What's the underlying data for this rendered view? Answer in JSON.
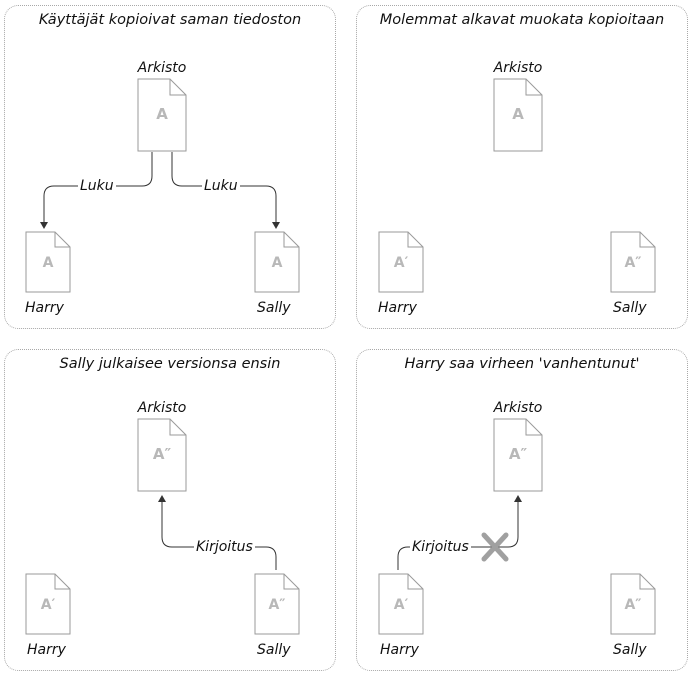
{
  "panels": [
    {
      "title": "Käyttäjät kopioivat saman tiedoston",
      "repo": {
        "label": "Arkisto",
        "letter": "A"
      },
      "harry": {
        "label": "Harry",
        "letter": "A"
      },
      "sally": {
        "label": "Sally",
        "letter": "A"
      },
      "edges": [
        "Luku",
        "Luku"
      ]
    },
    {
      "title": "Molemmat alkavat muokata kopioitaan",
      "repo": {
        "label": "Arkisto",
        "letter": "A"
      },
      "harry": {
        "label": "Harry",
        "letter": "A′"
      },
      "sally": {
        "label": "Sally",
        "letter": "A″"
      }
    },
    {
      "title": "Sally julkaisee versionsa ensin",
      "repo": {
        "label": "Arkisto",
        "letter": "A″"
      },
      "harry": {
        "label": "Harry",
        "letter": "A′"
      },
      "sally": {
        "label": "Sally",
        "letter": "A″"
      },
      "edges": [
        "Kirjoitus"
      ]
    },
    {
      "title": "Harry saa virheen 'vanhentunut'",
      "repo": {
        "label": "Arkisto",
        "letter": "A″"
      },
      "harry": {
        "label": "Harry",
        "letter": "A′"
      },
      "sally": {
        "label": "Sally",
        "letter": "A″"
      },
      "edges": [
        "Kirjoitus"
      ]
    }
  ],
  "colors": {
    "doc_fill": "#ffffff",
    "doc_stroke": "#9a9a9a",
    "letter": "#b8b8b8",
    "panel_border": "#a8a8a8",
    "arrow": "#333333",
    "cross": "#a0a0a0"
  }
}
